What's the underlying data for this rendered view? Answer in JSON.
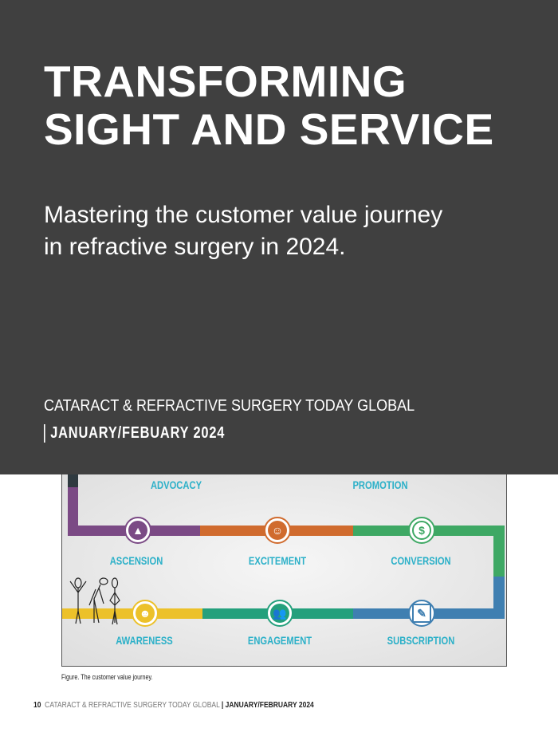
{
  "hero": {
    "title_line1": "TRANSFORMING",
    "title_line2": "SIGHT AND SERVICE",
    "subtitle_line1": "Mastering the customer value journey",
    "subtitle_line2": "in refractive surgery in 2024.",
    "publication": "CATARACT & REFRACTIVE SURGERY TODAY GLOBAL",
    "issue": "JANUARY/FEBUARY 2024"
  },
  "figure": {
    "stages": {
      "advocacy": "ADVOCACY",
      "promotion": "PROMOTION",
      "ascension": "ASCENSION",
      "excitement": "EXCITEMENT",
      "conversion": "CONVERSION",
      "awareness": "AWARENESS",
      "engagement": "ENGAGEMENT",
      "subscription": "SUBSCRIPTION"
    },
    "icons": {
      "ascension": "mountains-icon",
      "excitement": "smiley-icon",
      "conversion": "dollar-cycle-icon",
      "awareness": "head-idea-icon",
      "engagement": "people-chat-icon",
      "subscription": "edit-icon"
    },
    "colors": {
      "purple": "#7b4a85",
      "orange": "#d06b2e",
      "green": "#3ea864",
      "yellow": "#ecc12a",
      "teal": "#24a07c",
      "blue": "#3f7fb1",
      "label": "#2bb0c8"
    },
    "caption": "Figure. The customer value journey."
  },
  "footer": {
    "page": "10",
    "publication": "CATARACT & REFRACTIVE SURGERY TODAY GLOBAL",
    "issue": "| JANUARY/FEBRUARY 2024"
  }
}
